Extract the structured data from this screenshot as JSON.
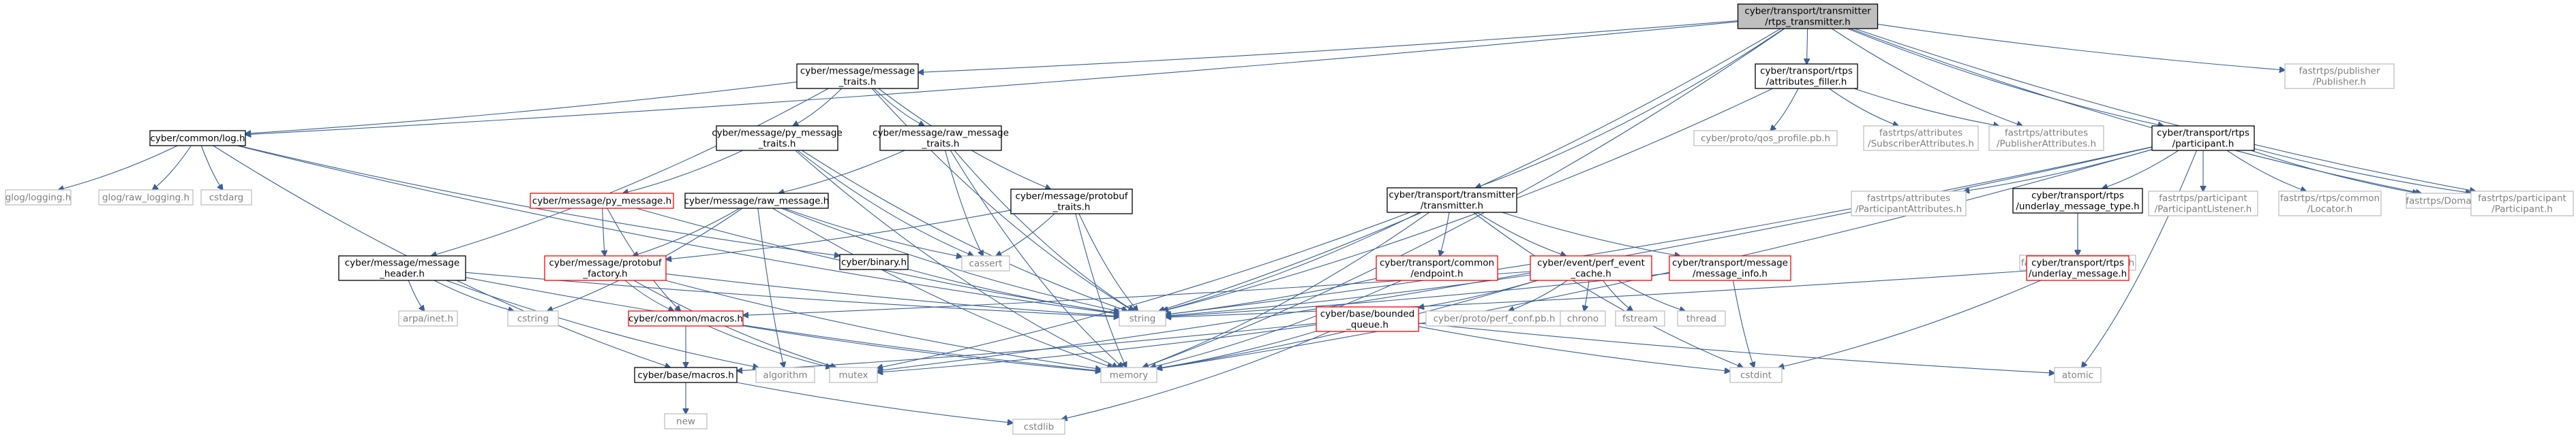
{
  "graph": {
    "colors": {
      "root_fill": "#bfbfbf",
      "root_border": "#000000",
      "doc_border": "#000000",
      "missing_border": "#bfbfbf",
      "missing_text": "#808080",
      "partial_border": "#ff0000",
      "text": "#000000",
      "edge": "#3b5f96"
    },
    "nodes": [
      {
        "id": "root",
        "label": [
          "cyber/transport/transmitter",
          "/rtps_transmitter.h"
        ],
        "kind": "root"
      },
      {
        "id": "msgtraits",
        "label": [
          "cyber/message/message",
          "_traits.h"
        ],
        "kind": "doc"
      },
      {
        "id": "attrfiller",
        "label": [
          "cyber/transport/rtps",
          "/attributes_filler.h"
        ],
        "kind": "doc"
      },
      {
        "id": "pubfr",
        "label": [
          "fastrtps/publisher",
          "/Publisher.h"
        ],
        "kind": "missing"
      },
      {
        "id": "log",
        "label": [
          "cyber/common/log.h"
        ],
        "kind": "doc"
      },
      {
        "id": "pymsgtraits",
        "label": [
          "cyber/message/py_message",
          "_traits.h"
        ],
        "kind": "doc"
      },
      {
        "id": "rawmsgtraits",
        "label": [
          "cyber/message/raw_message",
          "_traits.h"
        ],
        "kind": "doc"
      },
      {
        "id": "qos",
        "label": [
          "cyber/proto/qos_profile.pb.h"
        ],
        "kind": "missing"
      },
      {
        "id": "subattr",
        "label": [
          "fastrtps/attributes",
          "/SubscriberAttributes.h"
        ],
        "kind": "missing"
      },
      {
        "id": "pubattr",
        "label": [
          "fastrtps/attributes",
          "/PublisherAttributes.h"
        ],
        "kind": "missing"
      },
      {
        "id": "participant",
        "label": [
          "cyber/transport/rtps",
          "/participant.h"
        ],
        "kind": "doc"
      },
      {
        "id": "glog",
        "label": [
          "glog/logging.h"
        ],
        "kind": "missing"
      },
      {
        "id": "glograw",
        "label": [
          "glog/raw_logging.h"
        ],
        "kind": "missing"
      },
      {
        "id": "cstdarg",
        "label": [
          "cstdarg"
        ],
        "kind": "missing"
      },
      {
        "id": "pymsg",
        "label": [
          "cyber/message/py_message.h"
        ],
        "kind": "partial"
      },
      {
        "id": "rawmsg",
        "label": [
          "cyber/message/raw_message.h"
        ],
        "kind": "doc"
      },
      {
        "id": "protobuftraits",
        "label": [
          "cyber/message/protobuf",
          "_traits.h"
        ],
        "kind": "doc"
      },
      {
        "id": "transmitter",
        "label": [
          "cyber/transport/transmitter",
          "/transmitter.h"
        ],
        "kind": "doc"
      },
      {
        "id": "partattr",
        "label": [
          "fastrtps/attributes",
          "/ParticipantAttributes.h"
        ],
        "kind": "missing"
      },
      {
        "id": "undertype",
        "label": [
          "cyber/transport/rtps",
          "/underlay_message_type.h"
        ],
        "kind": "doc"
      },
      {
        "id": "partlistener",
        "label": [
          "fastrtps/participant",
          "/ParticipantListener.h"
        ],
        "kind": "missing"
      },
      {
        "id": "locator",
        "label": [
          "fastrtps/rtps/common",
          "/Locator.h"
        ],
        "kind": "missing"
      },
      {
        "id": "domain",
        "label": [
          "fastrtps/Domain.h"
        ],
        "kind": "missing"
      },
      {
        "id": "partfr",
        "label": [
          "fastrtps/participant",
          "/Participant.h"
        ],
        "kind": "missing"
      },
      {
        "id": "binary",
        "label": [
          "cyber/binary.h"
        ],
        "kind": "doc"
      },
      {
        "id": "cassert",
        "label": [
          "cassert"
        ],
        "kind": "missing"
      },
      {
        "id": "endpoint",
        "label": [
          "cyber/transport/common",
          "/endpoint.h"
        ],
        "kind": "partial"
      },
      {
        "id": "perfcache",
        "label": [
          "cyber/event/perf_event",
          "_cache.h"
        ],
        "kind": "partial"
      },
      {
        "id": "msginfo",
        "label": [
          "cyber/transport/message",
          "/message_info.h"
        ],
        "kind": "partial"
      },
      {
        "id": "topictype",
        "label": [
          "fastrtps/TopicDataType.h"
        ],
        "kind": "missing"
      },
      {
        "id": "undermsg",
        "label": [
          "cyber/transport/rtps",
          "/underlay_message.h"
        ],
        "kind": "partial"
      },
      {
        "id": "msgheader",
        "label": [
          "cyber/message/message",
          "_header.h"
        ],
        "kind": "doc"
      },
      {
        "id": "protofactory",
        "label": [
          "cyber/message/protobuf",
          "_factory.h"
        ],
        "kind": "partial"
      },
      {
        "id": "arpa",
        "label": [
          "arpa/inet.h"
        ],
        "kind": "missing"
      },
      {
        "id": "cstring",
        "label": [
          "cstring"
        ],
        "kind": "missing"
      },
      {
        "id": "string",
        "label": [
          "string"
        ],
        "kind": "missing"
      },
      {
        "id": "commonmacros",
        "label": [
          "cyber/common/macros.h"
        ],
        "kind": "partial"
      },
      {
        "id": "boundedq",
        "label": [
          "cyber/base/bounded",
          "_queue.h"
        ],
        "kind": "partial"
      },
      {
        "id": "perfconf",
        "label": [
          "cyber/proto/perf_conf.pb.h"
        ],
        "kind": "missing"
      },
      {
        "id": "chrono",
        "label": [
          "chrono"
        ],
        "kind": "missing"
      },
      {
        "id": "fstream",
        "label": [
          "fstream"
        ],
        "kind": "missing"
      },
      {
        "id": "thread",
        "label": [
          "thread"
        ],
        "kind": "missing"
      },
      {
        "id": "basemacros",
        "label": [
          "cyber/base/macros.h"
        ],
        "kind": "doc"
      },
      {
        "id": "algorithm",
        "label": [
          "algorithm"
        ],
        "kind": "missing"
      },
      {
        "id": "mutex",
        "label": [
          "mutex"
        ],
        "kind": "missing"
      },
      {
        "id": "memory",
        "label": [
          "memory"
        ],
        "kind": "missing"
      },
      {
        "id": "cstdint",
        "label": [
          "cstdint"
        ],
        "kind": "missing"
      },
      {
        "id": "atomic",
        "label": [
          "atomic"
        ],
        "kind": "missing"
      },
      {
        "id": "new",
        "label": [
          "new"
        ],
        "kind": "missing"
      },
      {
        "id": "cstdlib",
        "label": [
          "cstdlib"
        ],
        "kind": "missing"
      }
    ],
    "edges": [
      [
        "root",
        "msgtraits"
      ],
      [
        "root",
        "attrfiller"
      ],
      [
        "root",
        "pubfr"
      ],
      [
        "root",
        "log"
      ],
      [
        "root",
        "transmitter"
      ],
      [
        "root",
        "participant"
      ],
      [
        "root",
        "pubattr"
      ],
      [
        "root",
        "string"
      ],
      [
        "root",
        "memory"
      ],
      [
        "root",
        "domain"
      ],
      [
        "root",
        "partfr"
      ],
      [
        "msgtraits",
        "log"
      ],
      [
        "msgtraits",
        "pymsgtraits"
      ],
      [
        "msgtraits",
        "rawmsgtraits"
      ],
      [
        "msgtraits",
        "protobuftraits"
      ],
      [
        "msgtraits",
        "msgheader"
      ],
      [
        "msgtraits",
        "string"
      ],
      [
        "log",
        "glog"
      ],
      [
        "log",
        "glograw"
      ],
      [
        "log",
        "cstdarg"
      ],
      [
        "log",
        "binary"
      ],
      [
        "log",
        "string"
      ],
      [
        "log",
        "basemacros"
      ],
      [
        "pymsgtraits",
        "pymsg"
      ],
      [
        "pymsgtraits",
        "cassert"
      ],
      [
        "pymsgtraits",
        "string"
      ],
      [
        "pymsgtraits",
        "memory"
      ],
      [
        "rawmsgtraits",
        "rawmsg"
      ],
      [
        "rawmsgtraits",
        "cassert"
      ],
      [
        "rawmsgtraits",
        "string"
      ],
      [
        "rawmsgtraits",
        "memory"
      ],
      [
        "protobuftraits",
        "protofactory"
      ],
      [
        "protobuftraits",
        "cassert"
      ],
      [
        "protobuftraits",
        "string"
      ],
      [
        "protobuftraits",
        "memory"
      ],
      [
        "pymsg",
        "protofactory"
      ],
      [
        "pymsg",
        "commonmacros"
      ],
      [
        "pymsg",
        "string"
      ],
      [
        "rawmsg",
        "protofactory"
      ],
      [
        "rawmsg",
        "cassert"
      ],
      [
        "rawmsg",
        "cstring"
      ],
      [
        "rawmsg",
        "string"
      ],
      [
        "rawmsg",
        "memory"
      ],
      [
        "rawmsg",
        "algorithm"
      ],
      [
        "binary",
        "string"
      ],
      [
        "protofactory",
        "commonmacros"
      ],
      [
        "protofactory",
        "mutex"
      ],
      [
        "protofactory",
        "memory"
      ],
      [
        "protofactory",
        "string"
      ],
      [
        "msgheader",
        "arpa"
      ],
      [
        "msgheader",
        "cstring"
      ],
      [
        "msgheader",
        "string"
      ],
      [
        "msgheader",
        "algorithm"
      ],
      [
        "msgheader",
        "memory"
      ],
      [
        "commonmacros",
        "basemacros"
      ],
      [
        "commonmacros",
        "mutex"
      ],
      [
        "commonmacros",
        "memory"
      ],
      [
        "basemacros",
        "new"
      ],
      [
        "basemacros",
        "cstdlib"
      ],
      [
        "attrfiller",
        "qos"
      ],
      [
        "attrfiller",
        "subattr"
      ],
      [
        "attrfiller",
        "pubattr"
      ],
      [
        "attrfiller",
        "string"
      ],
      [
        "transmitter",
        "endpoint"
      ],
      [
        "transmitter",
        "perfcache"
      ],
      [
        "transmitter",
        "msginfo"
      ],
      [
        "transmitter",
        "string"
      ],
      [
        "transmitter",
        "memory"
      ],
      [
        "transmitter",
        "cstdint"
      ],
      [
        "transmitter",
        "mutex"
      ],
      [
        "endpoint",
        "string"
      ],
      [
        "endpoint",
        "memory"
      ],
      [
        "perfcache",
        "boundedq"
      ],
      [
        "perfcache",
        "perfconf"
      ],
      [
        "perfcache",
        "chrono"
      ],
      [
        "perfcache",
        "fstream"
      ],
      [
        "perfcache",
        "thread"
      ],
      [
        "perfcache",
        "string"
      ],
      [
        "perfcache",
        "memory"
      ],
      [
        "perfcache",
        "commonmacros"
      ],
      [
        "msginfo",
        "cstdint"
      ],
      [
        "msginfo",
        "string"
      ],
      [
        "boundedq",
        "memory"
      ],
      [
        "boundedq",
        "cstdint"
      ],
      [
        "boundedq",
        "atomic"
      ],
      [
        "boundedq",
        "cstdlib"
      ],
      [
        "boundedq",
        "basemacros"
      ],
      [
        "boundedq",
        "mutex"
      ],
      [
        "participant",
        "partattr"
      ],
      [
        "participant",
        "undertype"
      ],
      [
        "participant",
        "partlistener"
      ],
      [
        "participant",
        "locator"
      ],
      [
        "participant",
        "domain"
      ],
      [
        "participant",
        "partfr"
      ],
      [
        "participant",
        "string"
      ],
      [
        "participant",
        "memory"
      ],
      [
        "participant",
        "mutex"
      ],
      [
        "participant",
        "atomic"
      ],
      [
        "undertype",
        "undermsg"
      ],
      [
        "undertype",
        "topictype"
      ],
      [
        "undermsg",
        "string"
      ],
      [
        "undermsg",
        "cstdint"
      ]
    ]
  }
}
